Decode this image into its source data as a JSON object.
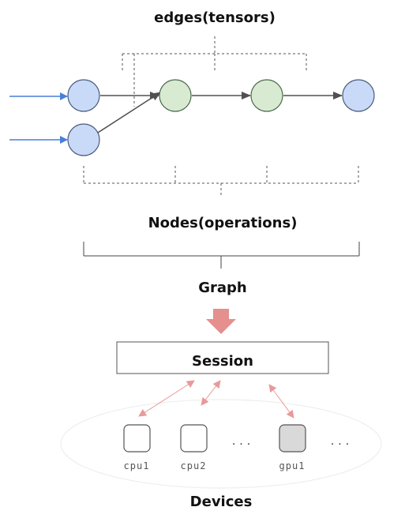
{
  "labels": {
    "edges": "edges(tensors)",
    "nodes": "Nodes(operations)",
    "graph": "Graph",
    "session": "Session",
    "devices": "Devices"
  },
  "devices": [
    {
      "label": "cpu1",
      "kind": "cpu"
    },
    {
      "label": "cpu2",
      "kind": "cpu"
    },
    {
      "label": "...",
      "kind": "ellipsis"
    },
    {
      "label": "gpu1",
      "kind": "gpu"
    },
    {
      "label": "...",
      "kind": "ellipsis"
    }
  ],
  "colors": {
    "input_arrow": "#4a7fd8",
    "blue_node_fill": "#c9daf8",
    "blue_node_stroke": "#4a5a7a",
    "green_node_fill": "#d9ead3",
    "green_node_stroke": "#4a6a4a",
    "edge": "#505050",
    "bracket": "#444444",
    "session_arrow": "#e89a9a",
    "big_arrow": "#e58f8f",
    "cpu_fill": "#ffffff",
    "gpu_fill": "#d9d9d9"
  }
}
